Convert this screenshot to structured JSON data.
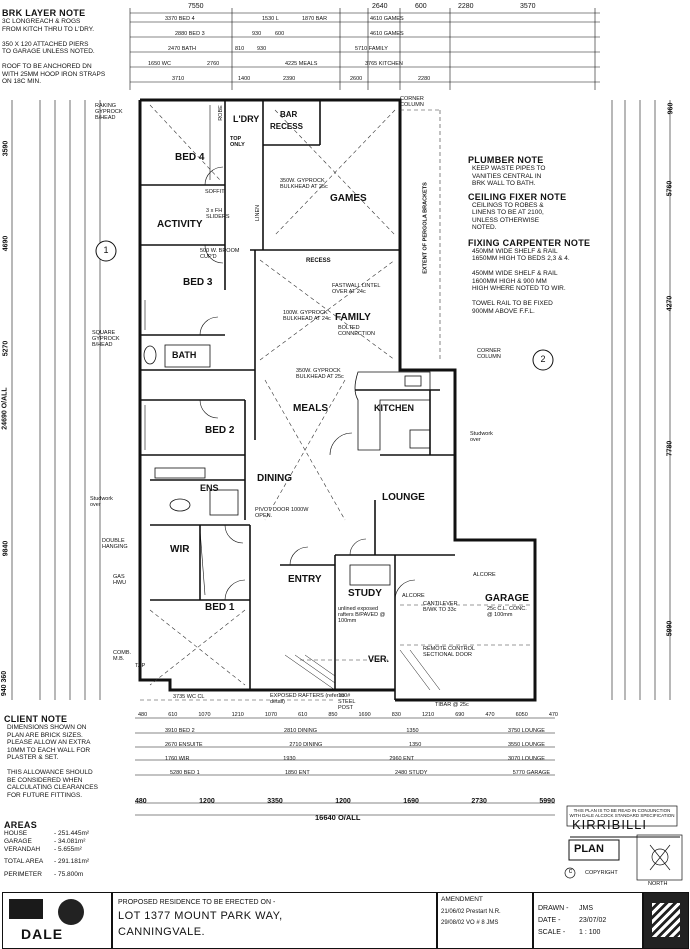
{
  "brk_note": {
    "title": "BRK LAYER NOTE",
    "lines": [
      "3c LONGREACH & ROGS",
      "FROM KITCH THRU TO L'DRY.",
      "",
      "350 x 120 ATTACHED PIERS",
      "TO GARAGE UNLESS NOTED.",
      "",
      "ROOF TO BE ANCHORED DN",
      "WITH 25mm HOOP IRON STRAPS",
      "ON 18c MIN."
    ]
  },
  "top_dims": {
    "overall": [
      "7550",
      "2640",
      "600",
      "2280",
      "3570"
    ],
    "row1": [
      "3370 BED 4",
      "1530 L",
      "1870 BAR",
      "4610 GAMES"
    ],
    "row2": [
      "2880 BED 3",
      "930",
      "600",
      "4610 GAMES"
    ],
    "row3": [
      "2470 BATH",
      "810",
      "930",
      "5710 FAMILY"
    ],
    "row4": [
      "1650 WC",
      "2760",
      "4225 MEALS",
      "3765 KITCHEN"
    ],
    "row5": [
      "3710",
      "1400",
      "2390",
      "2600",
      "2280"
    ]
  },
  "rooms": {
    "lndry": "L'DRY",
    "bar": "BAR",
    "recess": "RECESS",
    "bed4": "BED 4",
    "games": "GAMES",
    "activity": "ACTIVITY",
    "bed3": "BED 3",
    "bath": "BATH",
    "family": "FAMILY",
    "meals": "MEALS",
    "kitchen": "KITCHEN",
    "bed2": "BED 2",
    "dining": "DINING",
    "ens": "ENS",
    "lounge": "LOUNGE",
    "wir": "WIR",
    "bed1": "BED 1",
    "entry": "ENTRY",
    "study": "STUDY",
    "garage": "GARAGE",
    "ver": "VER."
  },
  "annotations": {
    "top_only": "TOP ONLY",
    "robe": "ROBE",
    "bulkhead_games": "350W. GYPROCK BULKHEAD AT 25c",
    "fh_sliders": "3 x FH SLIDERS",
    "soffit": "SOFFIT",
    "linen": "LINEN",
    "broom": "500 W. BROOM CUP'D",
    "bulkhead_family": "100W. GYPROCK BULKHEAD AT 24c",
    "bulkhead_meals": "350W. GYPROCK BULKHEAD AT 25c",
    "fastwall": "FASTWALL LINTEL OVER AT 24c",
    "bolted": "BOLTED CONNECTION",
    "pergola": "EXTENT OF PERGOLA BRACKETS",
    "corner_column": "CORNER COLUMN",
    "square_gyprock": "SQUARE GYPROCK B/HEAD",
    "raking": "RAKING GYPROCK B/HEAD",
    "pivot_door": "PIVOT DOOR 1000W OPEN.",
    "double_hanging": "DOUBLE HANGING",
    "studwork": "Studwork over",
    "gas_hwu": "GAS HWU",
    "comb_mb": "COMB. M.B.",
    "tap": "TAP",
    "alcore": "ALCORE",
    "cantilever": "CANTILEVER B/WK TO 33c",
    "remote": "REMOTE CONTROL SECTIONAL DOOR",
    "exposed_rafters": "EXPOSED RAFTERS (refer to detail)",
    "steel_post": "100# STEEL POST",
    "tibar": "TIBAR @ 25c",
    "unlined": "unlined exposed rafters B/PAVED @ 100mm",
    "garage_cl": "25c C.L. CONC. @ 100mm",
    "plumber_title": "PLUMBER NOTE",
    "plumber_lines": [
      "KEEP WASTE PIPES TO",
      "VANITIES CENTRAL IN",
      "BRK WALL TO BATH."
    ],
    "ceiling_title": "CEILING FIXER NOTE",
    "ceiling_lines": [
      "CEILINGS TO ROBES &",
      "LINENS TO BE AT 2100,",
      "UNLESS OTHERWISE",
      "NOTED."
    ],
    "carpenter_title": "FIXING CARPENTER NOTE",
    "carpenter_lines": [
      "450mm WIDE SHELF & RAIL",
      "1650mm HIGH TO BEDS 2,3 & 4.",
      "",
      "450mm WIDE SHELF & RAIL",
      "1600mm HIGH & 900 mm",
      "HIGH WHERE NOTED TO WIR.",
      "",
      "TOWEL RAIL TO BE FIXED",
      "900mm ABOVE F.F.L."
    ],
    "marker1": "1",
    "marker2": "2"
  },
  "left_dims": [
    "3590",
    "4690",
    "5270",
    "24690 O/ALL",
    "9840",
    "940 360"
  ],
  "right_dims": [
    "960",
    "5760",
    "4270",
    "7780",
    "5990"
  ],
  "bottom_dims": {
    "row1": [
      "480",
      "610",
      "1070",
      "1210",
      "1070",
      "610",
      "850",
      "1690",
      "830",
      "1210",
      "690",
      "470",
      "6050",
      "470"
    ],
    "row2": [
      "3910 BED 2",
      "2810 DINING",
      "1350",
      "3750 LOUNGE"
    ],
    "row3": [
      "2670 ENSUITE",
      "2710 DINING",
      "1350",
      "3550 LOUNGE"
    ],
    "row4": [
      "1760 WIR",
      "1930",
      "2960 ENT",
      "3070 LOUNGE"
    ],
    "row5": [
      "5280 BED 1",
      "1850 ENT",
      "2480 STUDY",
      "5770 GARAGE"
    ],
    "row6": [
      "480",
      "1200",
      "3350",
      "1200",
      "1690",
      "2730",
      "5990"
    ],
    "overall": "16640 O/ALL",
    "wc": "3735 WC CL"
  },
  "client_note": {
    "title": "CLIENT NOTE",
    "lines": [
      "DIMENSIONS SHOWN ON",
      "PLAN ARE BRICK SIZES.",
      "PLEASE ALLOW AN EXTRA",
      "10mm TO EACH WALL FOR",
      "PLASTER & SET.",
      "",
      "THIS ALLOWANCE SHOULD",
      "BE CONSIDERED WHEN",
      "CALCULATING CLEARANCES",
      "FOR FUTURE FITTINGS."
    ]
  },
  "areas": {
    "title": "AREAS",
    "rows": [
      {
        "label": "HOUSE",
        "value": "- 251.445m²"
      },
      {
        "label": "GARAGE",
        "value": "- 34.081m²"
      },
      {
        "label": "VERANDAH",
        "value": "- 5.655m²"
      }
    ],
    "total_label": "TOTAL AREA",
    "total_value": "- 291.181m²",
    "perimeter_label": "PERIMETER",
    "perimeter_value": "- 75.800m"
  },
  "standard_note": "THIS PLAN IS TO BE READ IN CONJUNCTION WITH DALE ALCOCK STANDARD SPECIFICATION",
  "plan_name": "KIRRIBILLI",
  "plan_label": "PLAN",
  "copyright": "COPYRIGHT",
  "copyright_symbol": "c",
  "north": "NORTH",
  "title_block": {
    "proposed": "PROPOSED RESIDENCE TO BE ERECTED ON -",
    "address1": "LOT 1377 MOUNT PARK WAY,",
    "address2": "CANNINGVALE.",
    "amendment_label": "AMENDMENT",
    "amendments": [
      "21/06/02  Prestart  N.R.",
      "29/08/02  VO # 8  JMS"
    ],
    "drawn_label": "DRAWN -",
    "drawn_value": "JMS",
    "date_label": "DATE -",
    "date_value": "23/07/02",
    "scale_label": "SCALE -",
    "scale_value": "1 : 100",
    "logo_text": "DALE"
  }
}
